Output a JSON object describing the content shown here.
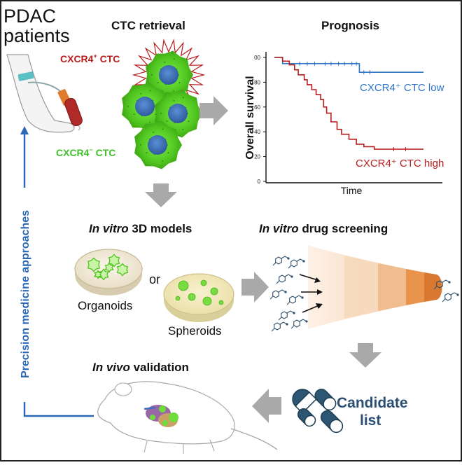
{
  "patients_label": [
    "PDAC",
    "patients"
  ],
  "retrieval": {
    "title": "CTC retrieval",
    "pos_label": "CXCR4",
    "pos_sup": "+",
    "pos_suffix": " CTC",
    "neg_label": "CXCR4",
    "neg_sup": "−",
    "neg_suffix": " CTC"
  },
  "prognosis": {
    "title": "Prognosis",
    "low_label": "CXCR4⁺ CTC low",
    "high_label": "CXCR4⁺ CTC high"
  },
  "models": {
    "title_italic": "In vitro",
    "title_rest": " 3D models",
    "organoids": "Organoids",
    "or": "or",
    "spheroids": "Spheroids"
  },
  "screening": {
    "title_italic": "In vitro",
    "title_rest": " drug screening"
  },
  "validation": {
    "title_italic": "In vivo",
    "title_rest": " validation"
  },
  "candidate": [
    "Candidate",
    "list"
  ],
  "loop_label": "Precision medicine approaches",
  "colors": {
    "high": "#b81c1c",
    "low": "#2f76c6",
    "cell_green": "#5fd92c",
    "nucleus": "#3f6fb5",
    "arrow_grey": "#a9a9a9",
    "candidate": "#2a4f73"
  },
  "chart_data": {
    "type": "line",
    "title": "",
    "xlabel": "Time",
    "ylabel": "Overall survival",
    "ylim": [
      0,
      100
    ],
    "yticks": [
      "0",
      "20",
      "40",
      "60",
      "80",
      "00"
    ],
    "grid": false,
    "series": [
      {
        "name": "CXCR4⁺ CTC low",
        "color": "#2f76c6",
        "x": [
          0,
          0.055,
          0.055,
          0.11,
          0.11,
          0.57,
          0.57,
          1.0
        ],
        "y": [
          100,
          100,
          95,
          95,
          95,
          95,
          88,
          88
        ]
      },
      {
        "name": "CXCR4⁺ CTC high",
        "color": "#b81c1c",
        "x": [
          0,
          0.055,
          0.055,
          0.1,
          0.1,
          0.135,
          0.135,
          0.16,
          0.16,
          0.2,
          0.2,
          0.22,
          0.22,
          0.25,
          0.25,
          0.28,
          0.28,
          0.31,
          0.31,
          0.33,
          0.33,
          0.35,
          0.35,
          0.38,
          0.38,
          0.42,
          0.42,
          0.45,
          0.45,
          0.5,
          0.5,
          0.55,
          0.55,
          0.6,
          0.6,
          0.67,
          0.67,
          0.72,
          0.72,
          1.0
        ],
        "y": [
          100,
          100,
          97,
          97,
          94,
          94,
          90,
          90,
          86,
          86,
          82,
          82,
          78,
          78,
          74,
          74,
          70,
          70,
          66,
          66,
          60,
          60,
          55,
          55,
          48,
          48,
          42,
          42,
          38,
          38,
          34,
          34,
          30,
          30,
          28,
          28,
          26,
          26,
          26,
          26
        ]
      }
    ]
  }
}
